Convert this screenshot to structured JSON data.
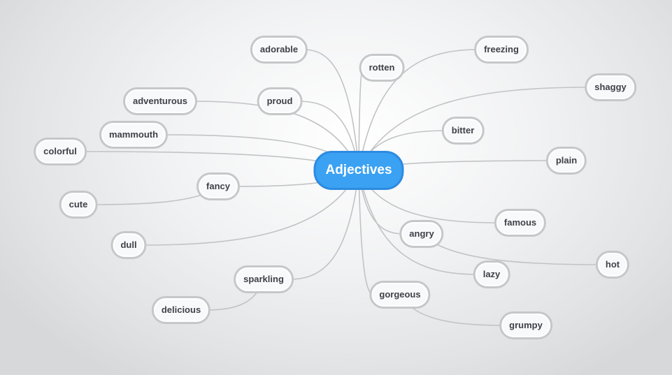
{
  "center": {
    "label": "Adjectives",
    "color": "#3aa1f3"
  },
  "link_color": "#c2c3c5",
  "nodes": [
    {
      "id": "adorable",
      "label": "adorable"
    },
    {
      "id": "rotten",
      "label": "rotten"
    },
    {
      "id": "freezing",
      "label": "freezing"
    },
    {
      "id": "shaggy",
      "label": "shaggy"
    },
    {
      "id": "adventurous",
      "label": "adventurous"
    },
    {
      "id": "proud",
      "label": "proud"
    },
    {
      "id": "mammouth",
      "label": "mammouth"
    },
    {
      "id": "bitter",
      "label": "bitter"
    },
    {
      "id": "colorful",
      "label": "colorful"
    },
    {
      "id": "plain",
      "label": "plain"
    },
    {
      "id": "fancy",
      "label": "fancy"
    },
    {
      "id": "cute",
      "label": "cute"
    },
    {
      "id": "famous",
      "label": "famous"
    },
    {
      "id": "angry",
      "label": "angry"
    },
    {
      "id": "dull",
      "label": "dull"
    },
    {
      "id": "hot",
      "label": "hot"
    },
    {
      "id": "lazy",
      "label": "lazy"
    },
    {
      "id": "sparkling",
      "label": "sparkling"
    },
    {
      "id": "gorgeous",
      "label": "gorgeous"
    },
    {
      "id": "delicious",
      "label": "delicious"
    },
    {
      "id": "grumpy",
      "label": "grumpy"
    }
  ],
  "links": [
    {
      "from": "center",
      "to": "adorable"
    },
    {
      "from": "center",
      "to": "rotten"
    },
    {
      "from": "center",
      "to": "freezing"
    },
    {
      "from": "center",
      "to": "shaggy"
    },
    {
      "from": "center",
      "to": "adventurous"
    },
    {
      "from": "center",
      "to": "proud"
    },
    {
      "from": "center",
      "to": "mammouth"
    },
    {
      "from": "center",
      "to": "bitter"
    },
    {
      "from": "center",
      "to": "colorful"
    },
    {
      "from": "center",
      "to": "plain"
    },
    {
      "from": "center",
      "to": "fancy"
    },
    {
      "from": "fancy",
      "to": "cute"
    },
    {
      "from": "center",
      "to": "famous"
    },
    {
      "from": "center",
      "to": "angry"
    },
    {
      "from": "angry",
      "to": "hot"
    },
    {
      "from": "center",
      "to": "dull"
    },
    {
      "from": "center",
      "to": "lazy"
    },
    {
      "from": "center",
      "to": "sparkling"
    },
    {
      "from": "sparkling",
      "to": "delicious"
    },
    {
      "from": "center",
      "to": "gorgeous"
    },
    {
      "from": "gorgeous",
      "to": "grumpy"
    }
  ]
}
